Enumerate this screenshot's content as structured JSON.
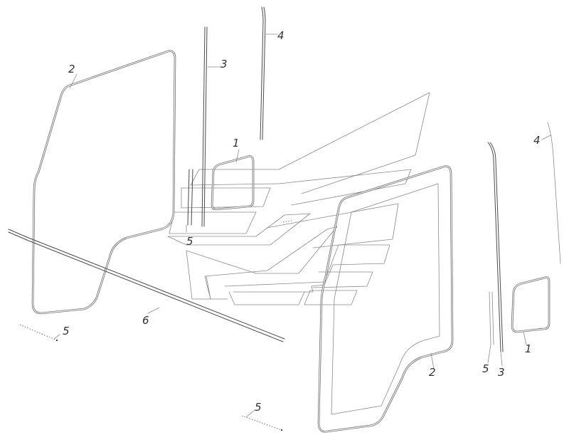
{
  "callouts": [
    {
      "id": "c-1a",
      "text": "1"
    },
    {
      "id": "c-1b",
      "text": "1"
    },
    {
      "id": "c-2a",
      "text": "2"
    },
    {
      "id": "c-2b",
      "text": "2"
    },
    {
      "id": "c-3a",
      "text": "3"
    },
    {
      "id": "c-3b",
      "text": "3"
    },
    {
      "id": "c-4a",
      "text": "4"
    },
    {
      "id": "c-4b",
      "text": "4"
    },
    {
      "id": "c-5a",
      "text": "5"
    },
    {
      "id": "c-5b",
      "text": "5"
    },
    {
      "id": "c-5c",
      "text": "5"
    },
    {
      "id": "c-5d",
      "text": "5"
    },
    {
      "id": "c-6",
      "text": "6"
    }
  ],
  "colors": {
    "line": "#4a4a4a",
    "background": "#ffffff"
  }
}
